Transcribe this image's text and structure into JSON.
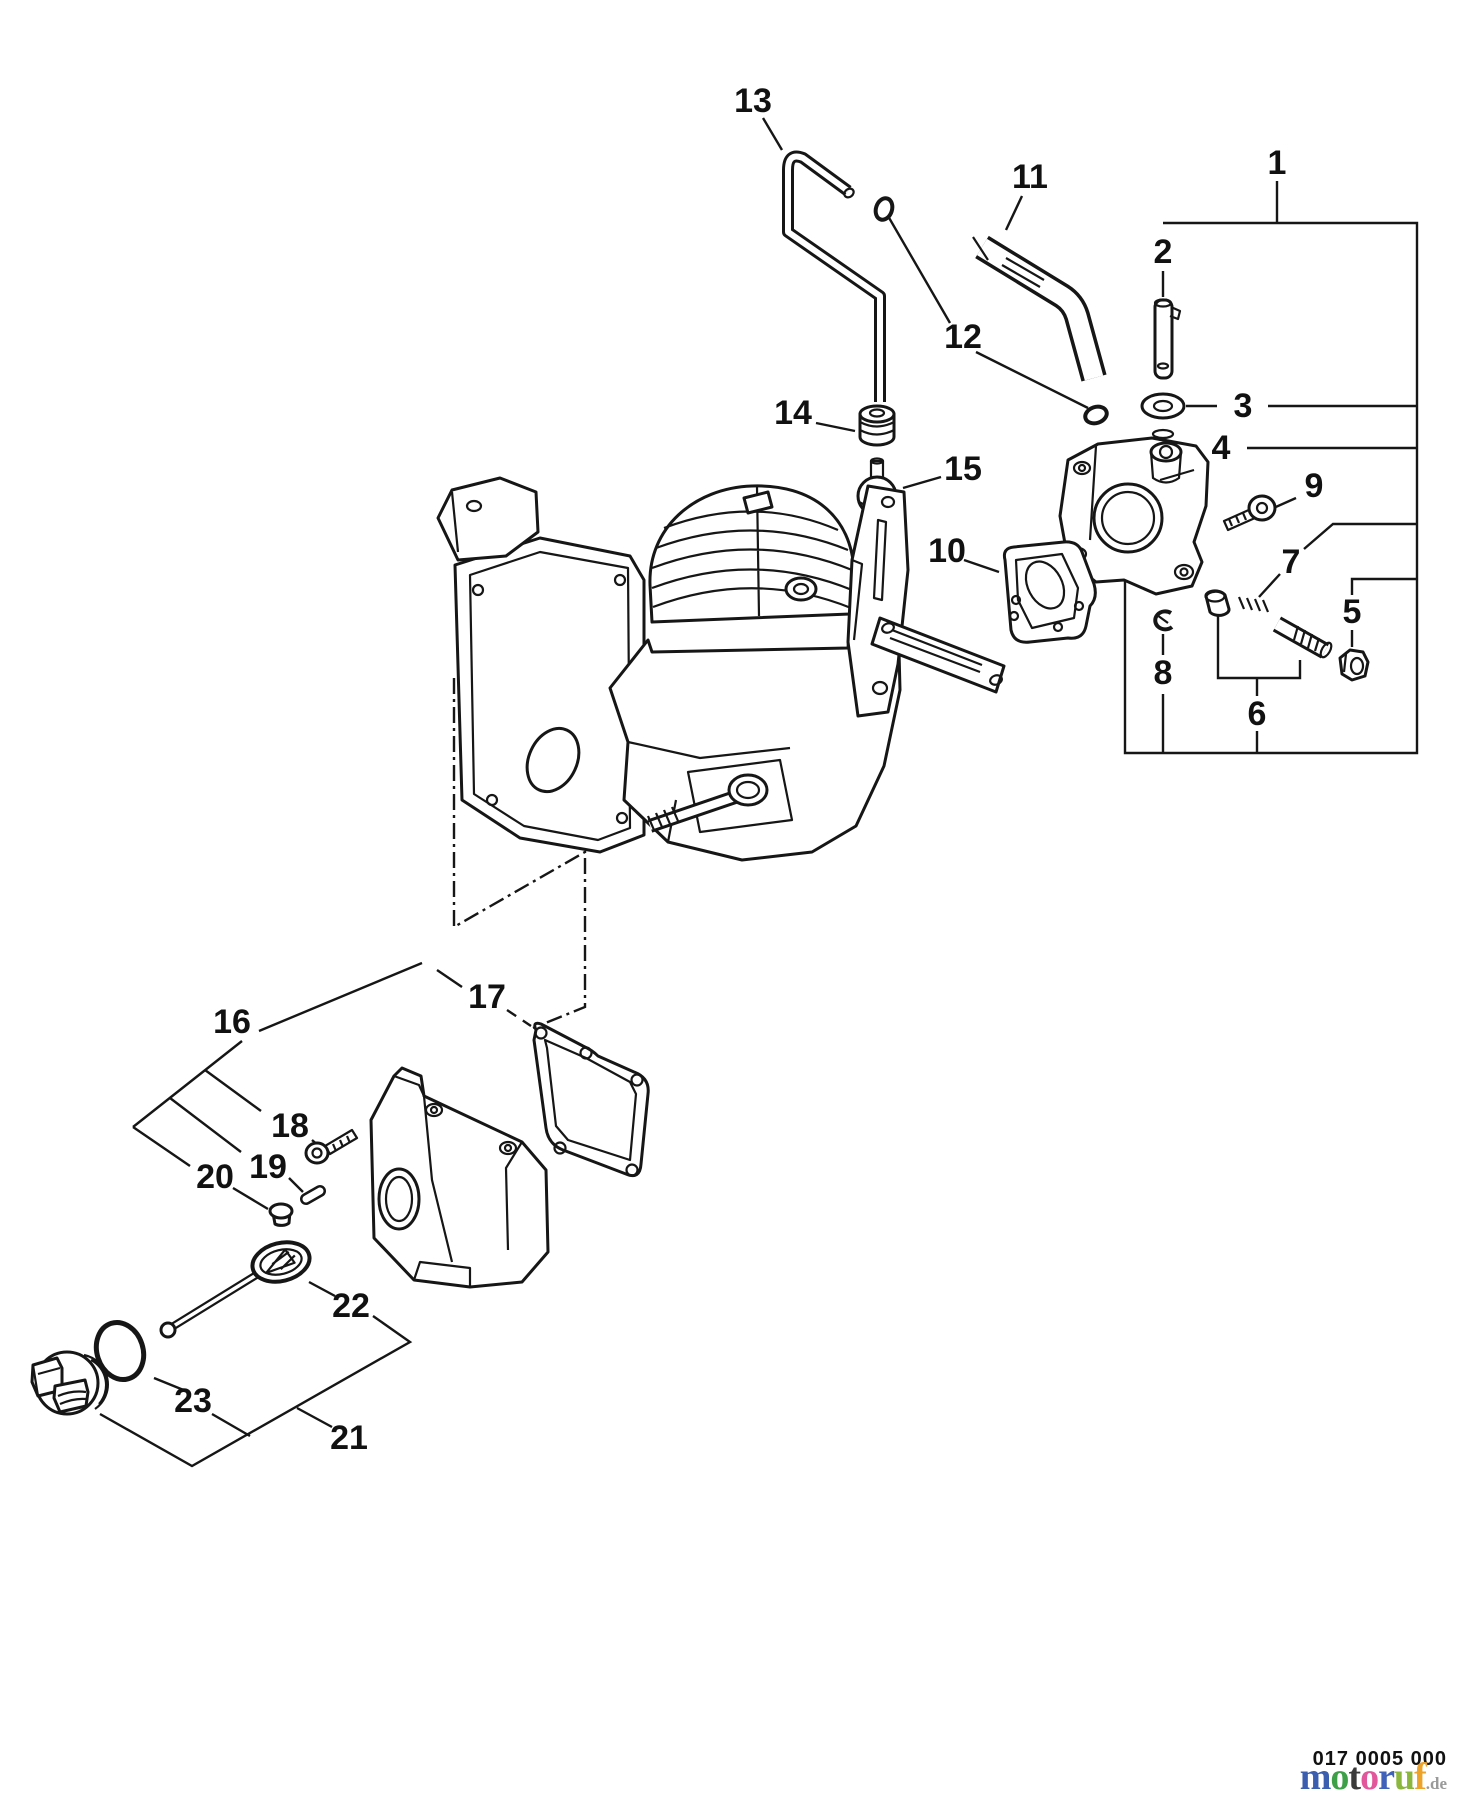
{
  "diagram": {
    "callouts": [
      {
        "label": "1"
      },
      {
        "label": "2"
      },
      {
        "label": "3"
      },
      {
        "label": "4"
      },
      {
        "label": "5"
      },
      {
        "label": "6"
      },
      {
        "label": "7"
      },
      {
        "label": "8"
      },
      {
        "label": "9"
      },
      {
        "label": "10"
      },
      {
        "label": "11"
      },
      {
        "label": "12"
      },
      {
        "label": "13"
      },
      {
        "label": "14"
      },
      {
        "label": "15"
      },
      {
        "label": "16"
      },
      {
        "label": "17"
      },
      {
        "label": "18"
      },
      {
        "label": "19"
      },
      {
        "label": "20"
      },
      {
        "label": "21"
      },
      {
        "label": "22"
      },
      {
        "label": "23"
      }
    ],
    "footer": {
      "part_number": "017 0005 000",
      "watermark": {
        "letters": [
          {
            "char": "m",
            "color": "#3b5fae"
          },
          {
            "char": "o",
            "color": "#3da048"
          },
          {
            "char": "t",
            "color": "#3a3a3a"
          },
          {
            "char": "o",
            "color": "#e2569b"
          },
          {
            "char": "r",
            "color": "#4062b8"
          },
          {
            "char": "u",
            "color": "#8bb73f"
          },
          {
            "char": "f",
            "color": "#eda32a"
          }
        ],
        "suffix": ".de"
      }
    }
  }
}
